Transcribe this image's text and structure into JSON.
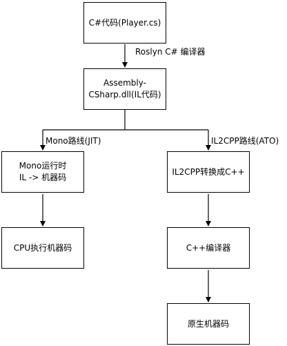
{
  "nodes": {
    "source": "C#代码(Player.cs)",
    "assembly_line1": "Assembly-",
    "assembly_line2": "CSharp.dll(IL代码)",
    "mono_runtime_line1": "Mono运行时",
    "mono_runtime_line2": "IL -> 机器码",
    "cpu": "CPU执行机器码",
    "il2cpp_convert": "IL2CPP转换成C++",
    "cpp_compiler": "C++编译器",
    "native": "原生机器码"
  },
  "edges": {
    "roslyn": "Roslyn C# 编译器",
    "mono_path": "Mono路线(JIT)",
    "il2cpp_path": "IL2CPP路线(ATO)"
  }
}
